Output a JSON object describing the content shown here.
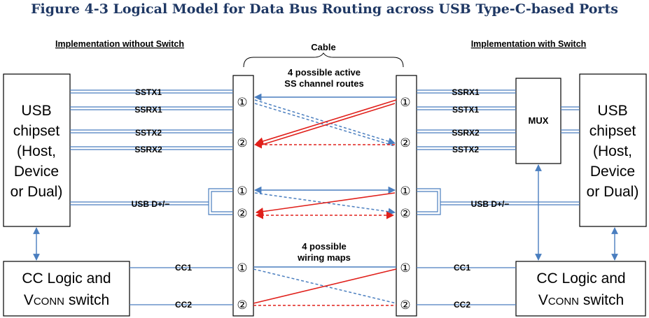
{
  "title": "Figure 4-3  Logical Model for Data Bus Routing across USB Type-C-based Ports",
  "headers": {
    "left": "Implementation without Switch",
    "center": "Cable",
    "right": "Implementation with Switch"
  },
  "left_chipset": {
    "line1": "USB",
    "line2": "chipset",
    "line3": "(Host,",
    "line4": "Device",
    "line5": "or Dual)"
  },
  "right_chipset": {
    "line1": "USB",
    "line2": "chipset",
    "line3": "(Host,",
    "line4": "Device",
    "line5": "or Dual)"
  },
  "left_cc": {
    "line1": "CC Logic and",
    "line2_big": "V",
    "line2_small": "CONN",
    "line2_rest": " switch"
  },
  "right_cc": {
    "line1": "CC Logic and",
    "line2_big": "V",
    "line2_small": "CONN",
    "line2_rest": " switch"
  },
  "mux_label": "MUX",
  "left_signals": {
    "s1": "SSTX1",
    "s2": "SSRX1",
    "s3": "SSTX2",
    "s4": "SSRX2",
    "usb": "USB D+/−",
    "cc1": "CC1",
    "cc2": "CC2"
  },
  "right_signals": {
    "s1": "SSRX1",
    "s2": "SSTX1",
    "s3": "SSRX2",
    "s4": "SSTX2",
    "usb": "USB D+/−",
    "cc1": "CC1",
    "cc2": "CC2"
  },
  "notes": {
    "ss_line1": "4 possible active",
    "ss_line2": "SS channel routes",
    "wire_line1": "4 possible",
    "wire_line2": "wiring maps"
  },
  "pins": {
    "one": "①",
    "two": "②"
  },
  "colors": {
    "blue": "#4a7ebf",
    "red": "#e0201b",
    "title": "#1f3864"
  }
}
